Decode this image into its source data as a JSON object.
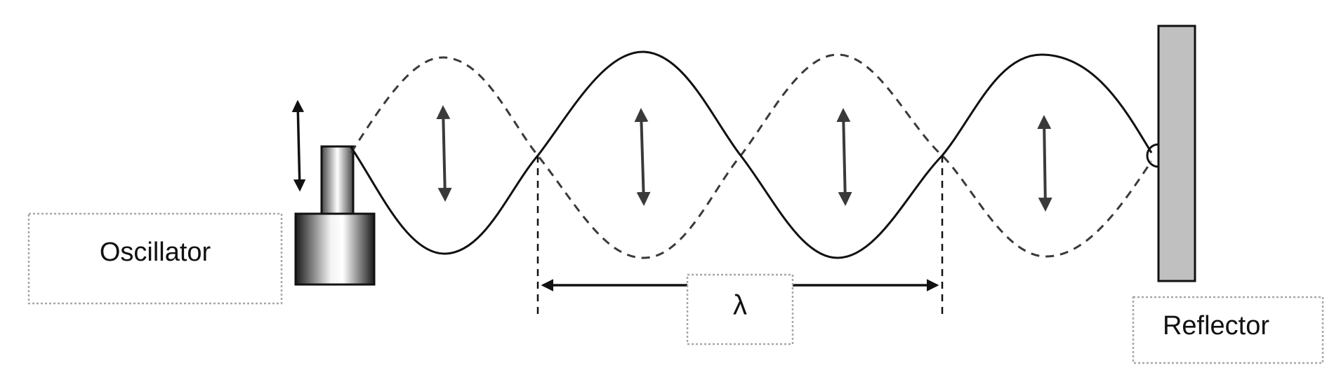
{
  "labels": {
    "oscillator": "Oscillator",
    "wavelength": "λ",
    "reflector": "Reflector"
  },
  "colors": {
    "wave": "#111111",
    "arrow": "#3a3a3a",
    "reflector_fill": "#c0c0c0",
    "label_border": "#a8a8a8"
  },
  "icons": {
    "oscillation_arrow": "double-headed-vertical-arrow",
    "wavelength_arrow": "double-headed-horizontal-arrow"
  }
}
